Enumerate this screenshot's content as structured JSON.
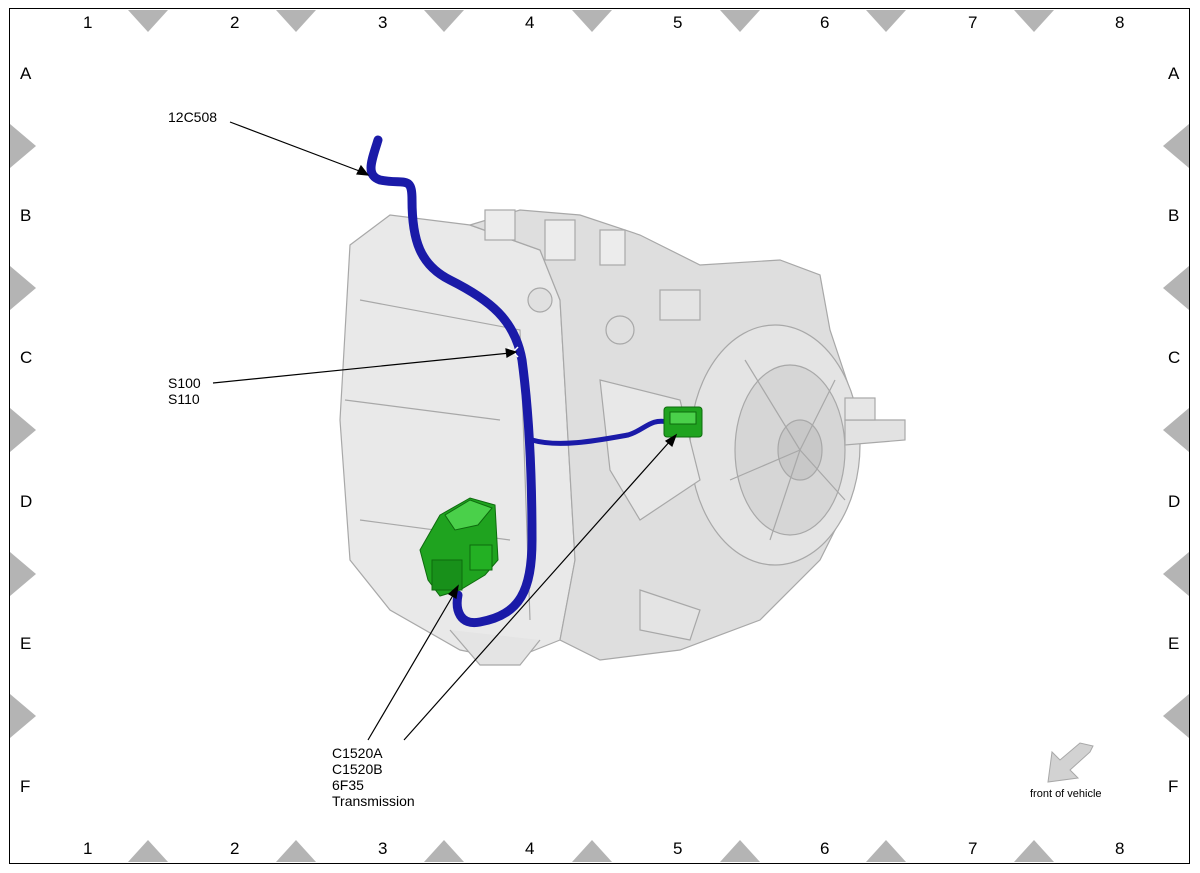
{
  "grid": {
    "columns": [
      "1",
      "2",
      "3",
      "4",
      "5",
      "6",
      "7",
      "8"
    ],
    "rows": [
      "A",
      "B",
      "C",
      "D",
      "E",
      "F"
    ]
  },
  "callouts": {
    "harness": "12C508",
    "splice_1": "S100",
    "splice_2": "S110",
    "connector_1": "C1520A",
    "connector_2": "C1520B",
    "component_1": "6F35",
    "component_2": "Transmission"
  },
  "orientation_label": "front of vehicle",
  "colors": {
    "harness": "#1a1aa8",
    "connector": "#1fa31f",
    "housing": "#e6e6e6",
    "marker": "#b4b4b4"
  }
}
